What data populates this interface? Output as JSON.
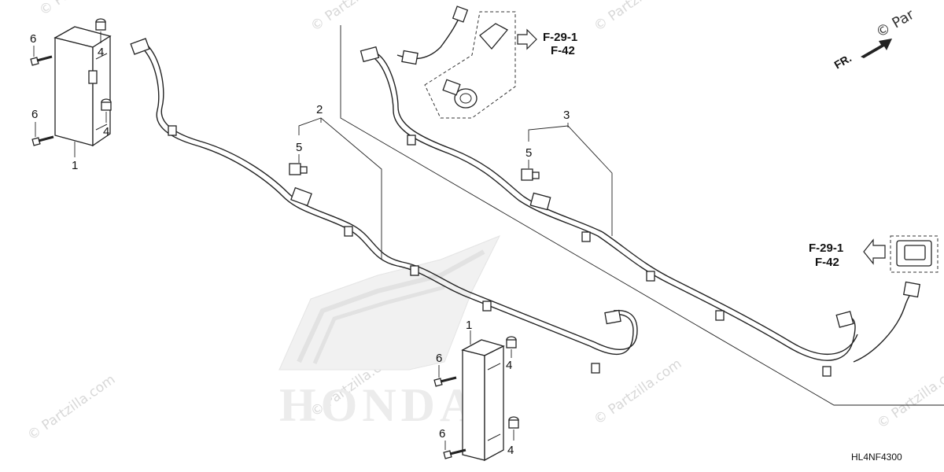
{
  "diagram_code": "HL4NF4300",
  "brand_watermark": "HONDA",
  "watermark": "© Partzilla.com",
  "corner_watermark": "© Par",
  "front_marker": "FR.",
  "refs": {
    "a_line1": "F-29-1",
    "a_line2": "F-42",
    "b_line1": "F-29-1",
    "b_line2": "F-42"
  },
  "callouts": {
    "c1a": "1",
    "c1b": "1",
    "c2": "2",
    "c3": "3",
    "c4a": "4",
    "c4b": "4",
    "c4c": "4",
    "c4d": "4",
    "c5a": "5",
    "c5b": "5",
    "c6a": "6",
    "c6b": "6",
    "c6c": "6",
    "c6d": "6"
  }
}
